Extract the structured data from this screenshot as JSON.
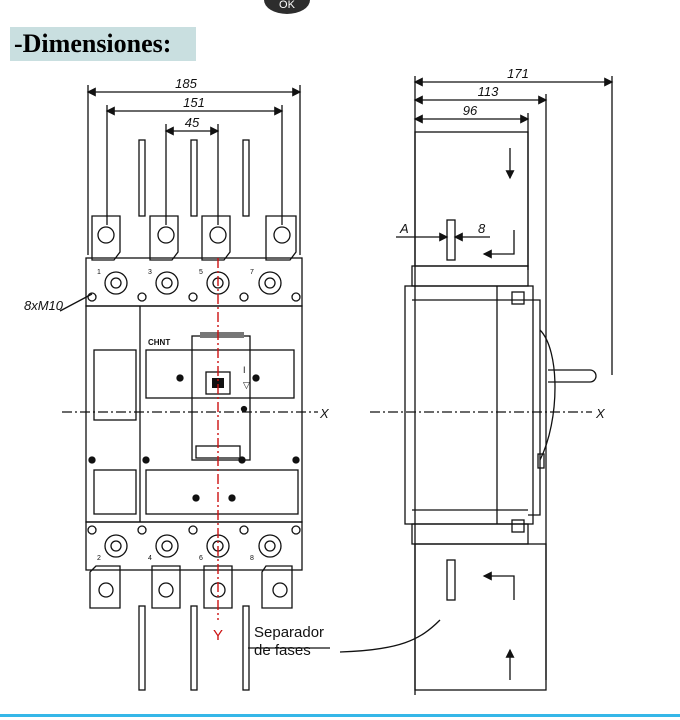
{
  "badge_text": "OK",
  "title": "-Dimensiones:",
  "dimensions": {
    "width_total": "185",
    "width_mid": "151",
    "pitch": "45",
    "depth_total": "171",
    "depth_mid": "113",
    "depth_body": "96",
    "label_a": "A",
    "label_8": "8",
    "screws": "8xM10"
  },
  "brand": "CHNT",
  "axes": {
    "x_front": "X",
    "x_side": "X",
    "y": "Y"
  },
  "callout": {
    "line1": "Separador",
    "line2": "de fases"
  },
  "terminal_numbers": {
    "top": [
      "1",
      "3",
      "5",
      "7"
    ],
    "bottom": [
      "2",
      "4",
      "6",
      "8"
    ]
  },
  "colors": {
    "title_band": "#c9dfe0",
    "accent_line": "#35b7e8",
    "axis": "#cc1111",
    "line": "#111111"
  }
}
